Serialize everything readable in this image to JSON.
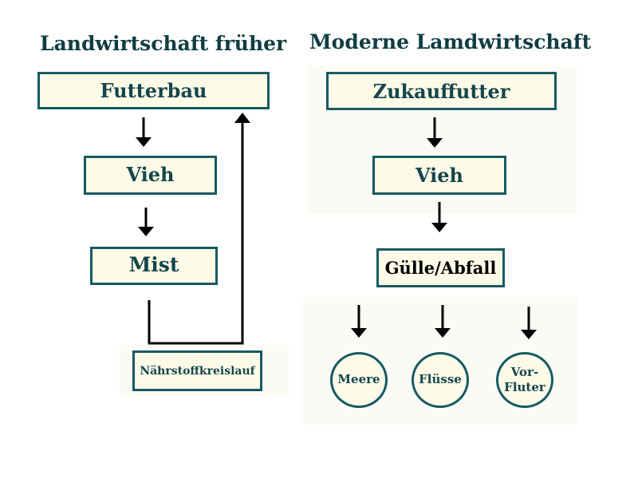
{
  "left": {
    "heading": "Landwirtschaft früher",
    "boxes": {
      "futterbau": "Futterbau",
      "vieh": "Vieh",
      "mist": "Mist",
      "kreislauf": "Nährstoffkreislauf"
    }
  },
  "right": {
    "heading": "Moderne Lamdwirtschaft",
    "boxes": {
      "zukauffutter": "Zukauffutter",
      "vieh": "Vieh",
      "guelle": "Gülle/Abfall"
    },
    "destinations": [
      {
        "label": "Meere"
      },
      {
        "label": "Flüsse"
      },
      {
        "label": "Vor-\nFluter"
      }
    ]
  },
  "colors": {
    "box_border": "#175a64",
    "box_fill": "#fdfbe7",
    "text": "#15454d",
    "arrow": "#000000"
  }
}
